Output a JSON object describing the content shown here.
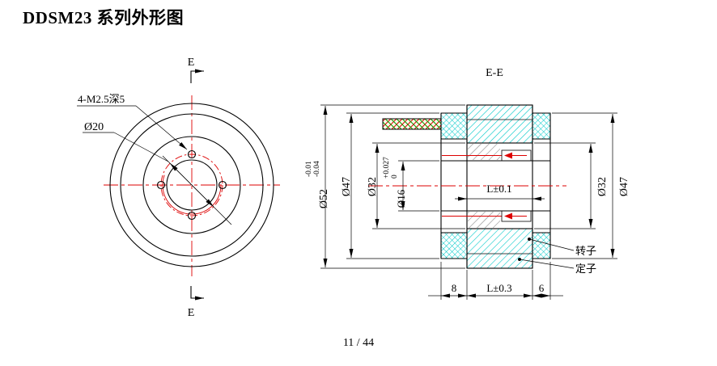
{
  "page": {
    "title": "DDSM23 系列外形图",
    "page_number": "11 / 44"
  },
  "front_view": {
    "section_label_top": "E",
    "section_label_bottom": "E",
    "holes_label": "4-M2.5深5",
    "bolt_circle_label": "Ø20"
  },
  "section_view": {
    "view_label": "E-E",
    "dims": {
      "dia52": "Ø52",
      "dia52_tol_upper": "-0.01",
      "dia52_tol_lower": "-0.04",
      "dia47_left": "Ø47",
      "dia32_left": "Ø32",
      "dia16": "Ø16",
      "dia16_tol_upper": "+0.027",
      "dia16_tol_lower": "0",
      "length_inner": "L±0.1",
      "dia32_right": "Ø32",
      "dia47_right": "Ø47",
      "width_left": "8",
      "width_center": "L±0.3",
      "width_right": "6"
    },
    "labels": {
      "rotor": "转子",
      "stator": "定子"
    }
  }
}
